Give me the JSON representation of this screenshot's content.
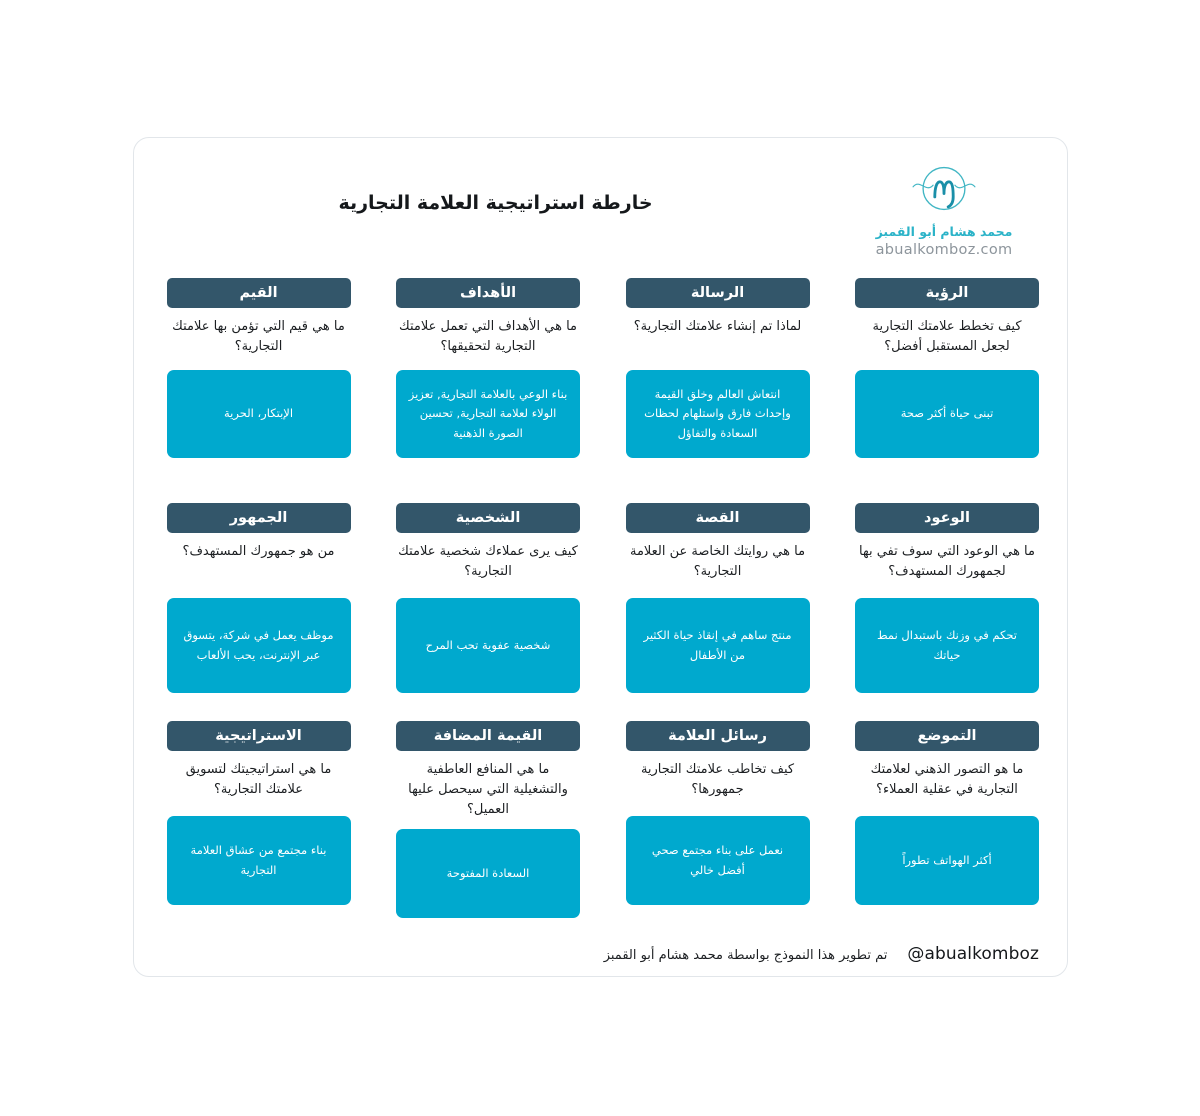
{
  "header": {
    "title": "خارطة استراتيجية العلامة التجارية",
    "brand_name": "محمد هشام أبو القمبز",
    "brand_site": "abualkomboz.com",
    "logo_icon": "circular-m-monogram"
  },
  "colors": {
    "header_bar": "#33566a",
    "answer_box": "#00a9ce",
    "brand_teal": "#2bb3c8",
    "page_background": "#ffffff"
  },
  "grid": {
    "rows": [
      {
        "cards": [
          {
            "title": "الرؤية",
            "question": "كيف تخطط علامتك التجارية لجعل المستقبل أفضل؟",
            "answer": "تبنى حياة أكثر صحة"
          },
          {
            "title": "الرسالة",
            "question": "لماذا تم إنشاء علامتك التجارية؟",
            "answer": "انتعاش العالم وخلق القيمة وإحداث فارق واستلهام لحظات السعادة والتفاؤل"
          },
          {
            "title": "الأهداف",
            "question": "ما هي الأهداف  التي تعمل علامتك التجارية لتحقيقها؟",
            "answer": "بناء الوعي بالعلامة التجارية, تعزيز الولاء لعلامة التجارية, تحسين الصورة الذهنية"
          },
          {
            "title": "القيم",
            "question": "ما هي قيم التي تؤمن بها علامتك التجارية؟",
            "answer": "الإبتكار، الحرية"
          }
        ]
      },
      {
        "cards": [
          {
            "title": "الوعود",
            "question": "ما هي الوعود التي سوف تفي بها لجمهورك المستهدف؟",
            "answer": "تحكم في وزنك باستبدال نمط حياتك"
          },
          {
            "title": "القصة",
            "question": "ما هي روايتك الخاصة عن العلامة التجارية؟",
            "answer": "منتج  ساهم في إنقاذ حياة الكثير من الأطفال"
          },
          {
            "title": "الشخصية",
            "question": "كيف يرى عملاءك شخصية علامتك التجارية؟",
            "answer": "شخصية عفوية تحب المرح"
          },
          {
            "title": "الجمهور",
            "question": "من هو جمهورك المستهدف؟",
            "answer": "موظف يعمل في شركة، يتسوق عبر الإنترنت، يحب الألعاب"
          }
        ]
      },
      {
        "cards": [
          {
            "title": "التموضع",
            "question": "ما هو التصور الذهني لعلامتك التجارية في عقلية العملاء؟",
            "answer": "أكثر الهواتف تطوراً"
          },
          {
            "title": "رسائل العلامة",
            "question": "كيف تخاطب علامتك التجارية جمهورها؟",
            "answer": "نعمل على بناء مجتمع صحي أفضل خالي"
          },
          {
            "title": "القيمة المضافة",
            "question": "ما هي المنافع العاطفية والتشغيلية التي سيحصل عليها العميل؟",
            "answer": "السعادة المفتوحة"
          },
          {
            "title": "الاستراتيجية",
            "question": "ما هي استراتيجيتك لتسويق علامتك التجارية؟",
            "answer": "بناء مجتمع من عشاق العلامة التجارية"
          }
        ]
      }
    ]
  },
  "footer": {
    "credit": "تم تطوير هذا النموذج بواسطة محمد هشام أبو القمبز",
    "handle": "@abualkomboz"
  }
}
